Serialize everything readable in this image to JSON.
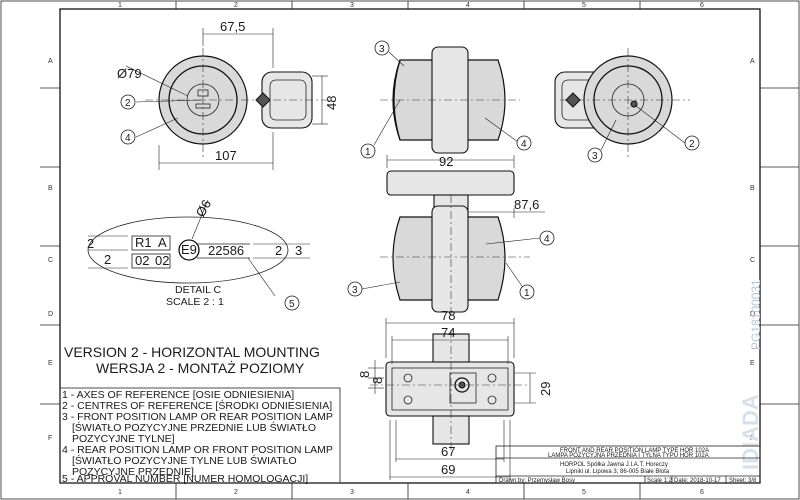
{
  "border": {
    "col_top": [
      "1",
      "2",
      "3",
      "4",
      "5",
      "6"
    ],
    "col_bottom": [
      "1",
      "2",
      "3",
      "4",
      "5",
      "6"
    ],
    "row_left": [
      "A",
      "B",
      "C",
      "D",
      "E",
      "F"
    ],
    "row_right": [
      "A",
      "B",
      "C",
      "D",
      "E",
      "F"
    ]
  },
  "callouts": [
    "1",
    "2",
    "3",
    "4",
    "5"
  ],
  "dimensions": {
    "width_67_5": "67,5",
    "diameter_79": "Ø79",
    "height_48": "48",
    "width_107": "107",
    "width_92": "92",
    "width_87_6": "87,6",
    "diameter_6": "Ø6",
    "width_78": "78",
    "width_74": "74",
    "width_67": "67",
    "width_69": "69",
    "height_29": "29",
    "small_8a": "8",
    "small_8b": "8",
    "small_2a": "2",
    "small_2b": "2",
    "small_2c": "2",
    "small_3": "3"
  },
  "detail_c": {
    "r1": "R1",
    "a": "A",
    "v02a": "02",
    "v02b": "02",
    "e9": "E9",
    "number": "22586",
    "title": "DETAIL C",
    "scale": "SCALE 2 : 1"
  },
  "version": {
    "line1": "VERSION 2 - HORIZONTAL MOUNTING",
    "line2": "WERSJA 2 - MONTAŻ POZIOMY"
  },
  "legend": [
    "1 - AXES OF REFERENCE [OSIE ODNIESIENIA]",
    "2 - CENTRES OF REFERENCE [ŚRODKI ODNIESIENIA]",
    "3 - FRONT POSITION LAMP OR REAR POSITION LAMP",
    "[ŚWIATŁO POZYCYJNE PRZEDNIE LUB ŚWIATŁO",
    "POZYCYJNE TYLNE]",
    "4 - REAR POSITION LAMP OR FRONT POSITION LAMP",
    "[ŚWIATŁO POZYCYJNE TYLNE LUB ŚWIATŁO",
    "POZYCYJNE PRZEDNIE]",
    "5 - APPROVAL NUMBER [NUMER HOMOLOGACJI]"
  ],
  "title_block": {
    "title_en": "FRONT AND REAR POSITION LAMP TYPE HOR 102A",
    "title_pl": "LAMPA POZYCYJNA PRZEDNIA I TYLNA TYPU HOR 102A",
    "company": "HORPOL Spółka Jawna   J.I.A.T. Horeczy",
    "address": "Lipniki ul. Lipowa 3, 86-005 Białe Błota",
    "drawn_by": "Drawn by: Przemysław Bosy",
    "scale": "Scale 1:2",
    "date": "Date: 2018-10-17",
    "sheet": "Sheet: 3/8"
  },
  "side_logo": "IDIADA",
  "side_code": "PG18100031",
  "colors": {
    "lamp_fill": "#d9d9d9",
    "ink": "#1a1a1a",
    "watermark": "#d8e1ea"
  }
}
